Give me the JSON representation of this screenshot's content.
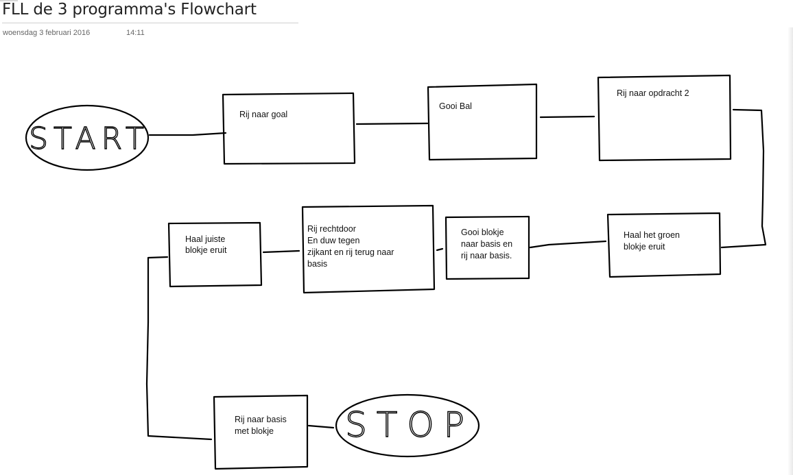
{
  "page": {
    "title": "FLL de 3 programma's Flowchart",
    "date": "woensdag 3 februari 2016",
    "time": "14:11"
  },
  "diagram": {
    "nodes": [
      {
        "id": "start",
        "shape": "ellipse",
        "lines": [
          "START"
        ]
      },
      {
        "id": "rij-naar-goal",
        "shape": "rect",
        "lines": [
          "Rij naar goal"
        ]
      },
      {
        "id": "gooi-bal",
        "shape": "rect",
        "lines": [
          "Gooi Bal"
        ]
      },
      {
        "id": "rij-naar-opdracht-2",
        "shape": "rect",
        "lines": [
          "Rij naar opdracht 2"
        ]
      },
      {
        "id": "haal-groen-blokje",
        "shape": "rect",
        "lines": [
          "Haal het groen",
          "blokje eruit"
        ]
      },
      {
        "id": "gooi-blokje",
        "shape": "rect",
        "lines": [
          "Gooi blokje",
          "naar basis en",
          "rij naar basis."
        ]
      },
      {
        "id": "rij-rechtdoor",
        "shape": "rect",
        "lines": [
          "Rij rechtdoor",
          "En duw tegen",
          "zijkant en rij terug naar",
          "basis"
        ]
      },
      {
        "id": "haal-juiste-blokje",
        "shape": "rect",
        "lines": [
          "Haal juiste",
          "blokje eruit"
        ]
      },
      {
        "id": "rij-naar-basis",
        "shape": "rect",
        "lines": [
          "Rij naar basis",
          "met blokje"
        ]
      },
      {
        "id": "stop",
        "shape": "ellipse",
        "lines": [
          "STOP"
        ]
      }
    ],
    "edges": [
      {
        "from": "start",
        "to": "rij-naar-goal"
      },
      {
        "from": "rij-naar-goal",
        "to": "gooi-bal"
      },
      {
        "from": "gooi-bal",
        "to": "rij-naar-opdracht-2"
      },
      {
        "from": "rij-naar-opdracht-2",
        "to": "haal-groen-blokje"
      },
      {
        "from": "haal-groen-blokje",
        "to": "gooi-blokje"
      },
      {
        "from": "gooi-blokje",
        "to": "rij-rechtdoor"
      },
      {
        "from": "rij-rechtdoor",
        "to": "haal-juiste-blokje"
      },
      {
        "from": "haal-juiste-blokje",
        "to": "rij-naar-basis"
      },
      {
        "from": "rij-naar-basis",
        "to": "stop"
      }
    ]
  }
}
